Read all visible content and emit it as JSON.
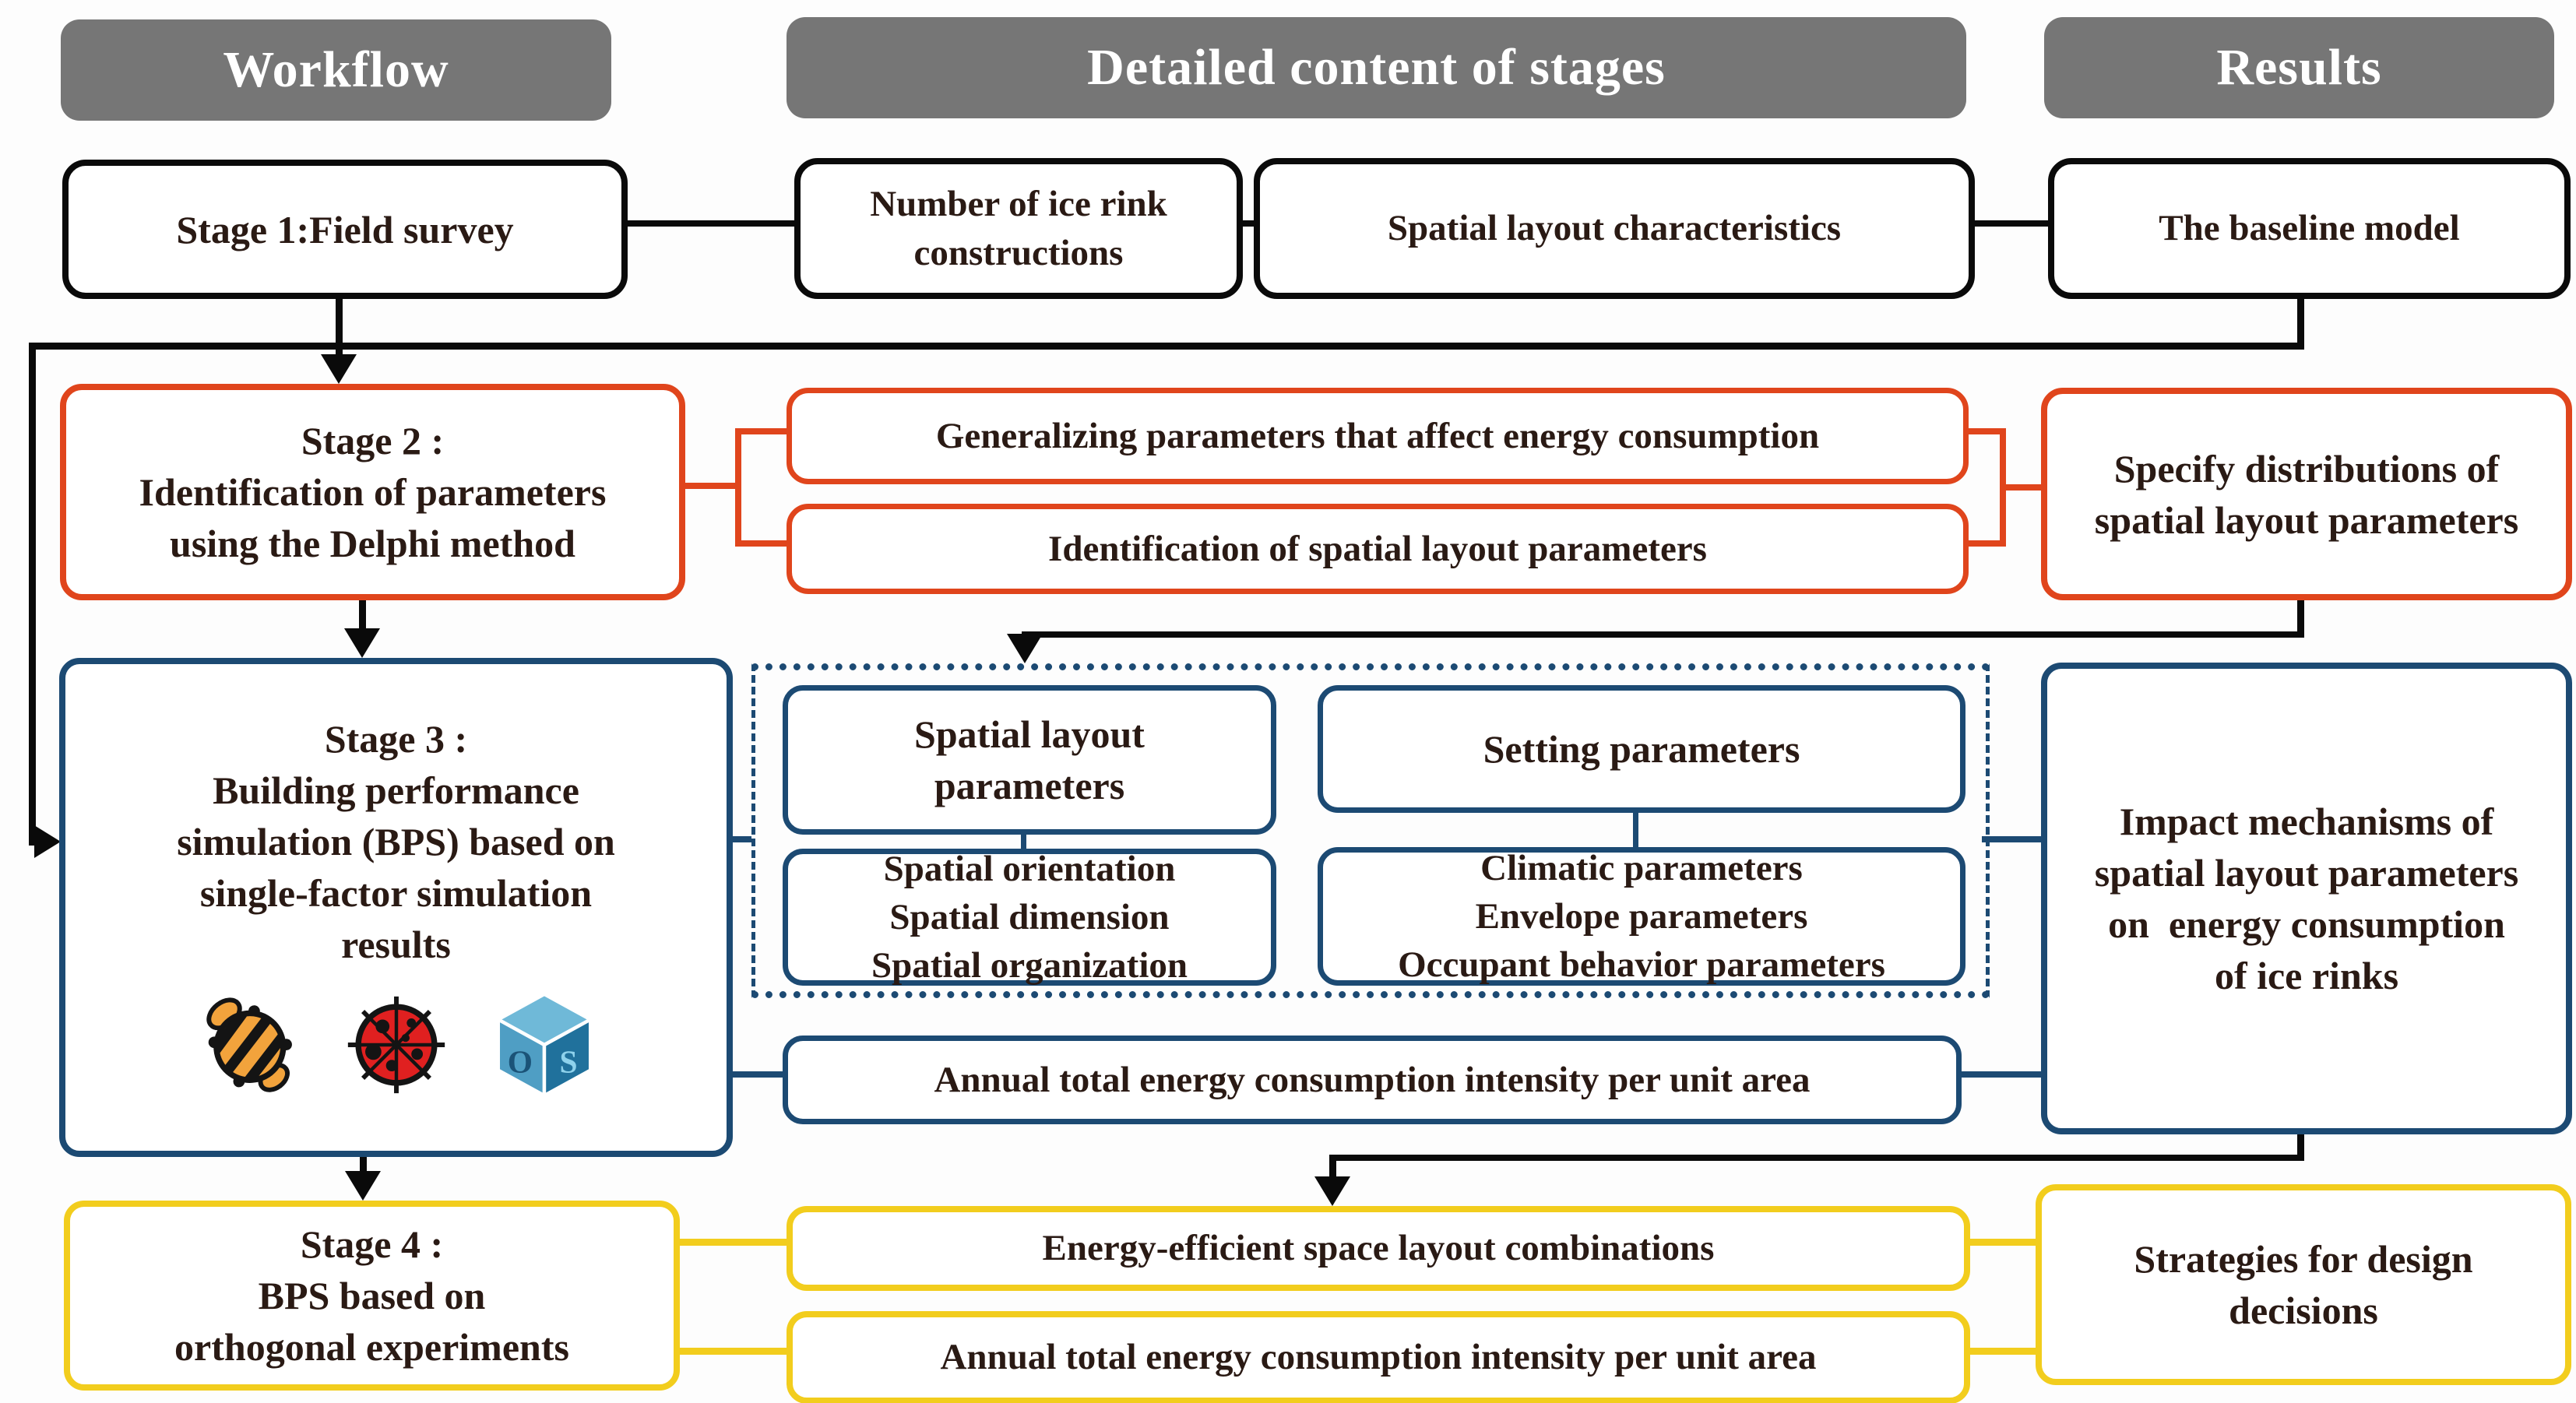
{
  "colors": {
    "header_bg": "#767676",
    "header_text": "#ffffff",
    "box_text": "#2a1a14",
    "stage1_accent": "#0a0a0a",
    "stage2_accent": "#e0451c",
    "stage3_accent": "#1c4a73",
    "stage4_accent": "#f2cd1d"
  },
  "headers": {
    "workflow": "Workflow",
    "detailed": "Detailed content of stages",
    "results": "Results"
  },
  "stage1": {
    "title": "Stage 1:Field survey",
    "number_box": "Number of ice rink\nconstructions",
    "spatial_box": "Spatial layout characteristics",
    "result": "The baseline model"
  },
  "stage2": {
    "title": "Stage 2 :\nIdentification of parameters\nusing the Delphi method",
    "generalizing": "Generalizing parameters that affect energy consumption",
    "identification": "Identification of spatial layout parameters",
    "result": "Specify distributions of\nspatial layout parameters"
  },
  "stage3": {
    "title": "Stage 3 :\nBuilding performance\nsimulation (BPS) based on\nsingle-factor simulation\nresults",
    "icons": [
      "honeybee",
      "ladybug",
      "openstudio"
    ],
    "spatial_layout_parameters": "Spatial layout\nparameters",
    "setting_parameters": "Setting parameters",
    "spatial_details": "Spatial orientation\nSpatial dimension\nSpatial organization",
    "setting_details": "Climatic parameters\nEnvelope parameters\nOccupant behavior parameters",
    "annual_intensity": "Annual total energy consumption intensity per unit area",
    "result": "Impact mechanisms of\nspatial layout parameters\non  energy consumption\nof ice rinks"
  },
  "stage4": {
    "title": "Stage 4 :\nBPS based on\northogonal experiments",
    "energy_efficient": "Energy-efficient space layout combinations",
    "annual_intensity": "Annual total energy consumption intensity per unit area",
    "result": "Strategies for design\ndecisions"
  }
}
